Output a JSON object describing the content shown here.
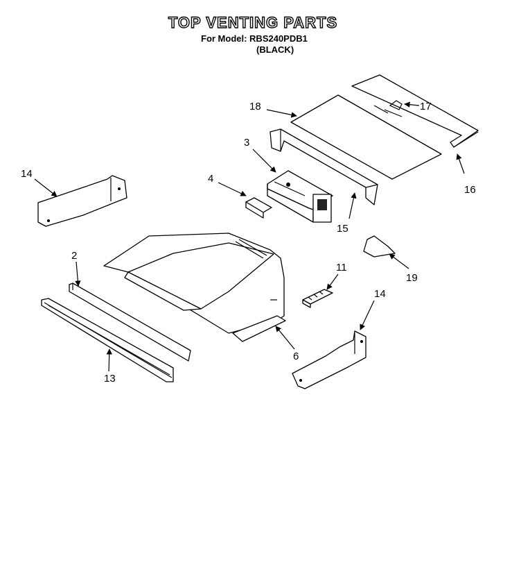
{
  "header": {
    "title": "TOP VENTING PARTS",
    "model_line": "For Model: RBS240PDB1",
    "color_line": "(BLACK)"
  },
  "callouts": {
    "c2": "2",
    "c3": "3",
    "c4": "4",
    "c6": "6",
    "c11": "11",
    "c13": "13",
    "c14a": "14",
    "c14b": "14",
    "c15": "15",
    "c16": "16",
    "c17": "17",
    "c18": "18",
    "c19": "19"
  }
}
